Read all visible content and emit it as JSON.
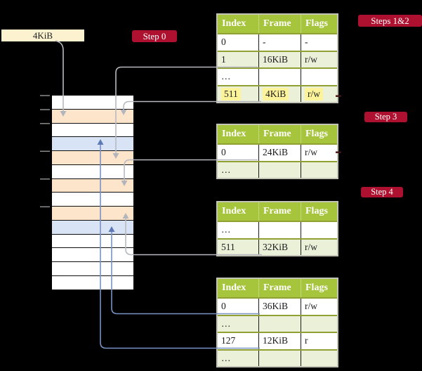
{
  "diagram": {
    "frame_size_label": "4KiB",
    "badges": {
      "step0": "Step 0",
      "steps12": "Steps 1&2",
      "step3": "Step 3",
      "step4": "Step 4"
    },
    "memory_rows": [
      "white",
      "orange",
      "white",
      "blue",
      "orange",
      "white",
      "orange",
      "white",
      "orange",
      "blue",
      "white",
      "white",
      "white",
      "white"
    ],
    "page_tables": [
      {
        "name": "page-table-steps-1-2",
        "headers": [
          "Index",
          "Frame",
          "Flags"
        ],
        "rows": [
          {
            "cells": [
              "0",
              "-",
              "-"
            ],
            "shade": false,
            "highlight": false
          },
          {
            "cells": [
              "1",
              "16KiB",
              "r/w"
            ],
            "shade": true,
            "highlight": false
          },
          {
            "cells": [
              "…",
              "",
              ""
            ],
            "shade": false,
            "highlight": false
          },
          {
            "cells": [
              "511",
              "4KiB",
              "r/w"
            ],
            "shade": true,
            "highlight": true
          }
        ]
      },
      {
        "name": "page-table-step-3",
        "headers": [
          "Index",
          "Frame",
          "Flags"
        ],
        "rows": [
          {
            "cells": [
              "0",
              "24KiB",
              "r/w"
            ],
            "shade": false,
            "highlight": false
          },
          {
            "cells": [
              "…",
              "",
              ""
            ],
            "shade": true,
            "highlight": false
          }
        ]
      },
      {
        "name": "page-table-step-4a",
        "headers": [
          "Index",
          "Frame",
          "Flags"
        ],
        "rows": [
          {
            "cells": [
              "…",
              "",
              ""
            ],
            "shade": false,
            "highlight": false
          },
          {
            "cells": [
              "511",
              "32KiB",
              "r/w"
            ],
            "shade": true,
            "highlight": false
          }
        ]
      },
      {
        "name": "page-table-step-4b",
        "headers": [
          "Index",
          "Frame",
          "Flags"
        ],
        "rows": [
          {
            "cells": [
              "0",
              "36KiB",
              "r/w"
            ],
            "shade": false,
            "highlight": false
          },
          {
            "cells": [
              "…",
              "",
              ""
            ],
            "shade": true,
            "highlight": false
          },
          {
            "cells": [
              "127",
              "12KiB",
              "r"
            ],
            "shade": false,
            "highlight": false
          },
          {
            "cells": [
              "…",
              "",
              ""
            ],
            "shade": true,
            "highlight": false
          }
        ]
      }
    ],
    "colors": {
      "background": "#000000",
      "badge_red": "#ae1130",
      "table_header_green": "#a6c43c",
      "table_row_green": "#ebf0d9",
      "table_border_gray": "#c3c3b6",
      "highlight_yellow": "#fcf39b",
      "memory_orange": "#fde5cc",
      "memory_blue": "#d8e4f6",
      "frame_box_cream": "#fcf2d0",
      "connector_gray": "#b6bac0",
      "connector_blue": "#7992c3"
    }
  }
}
